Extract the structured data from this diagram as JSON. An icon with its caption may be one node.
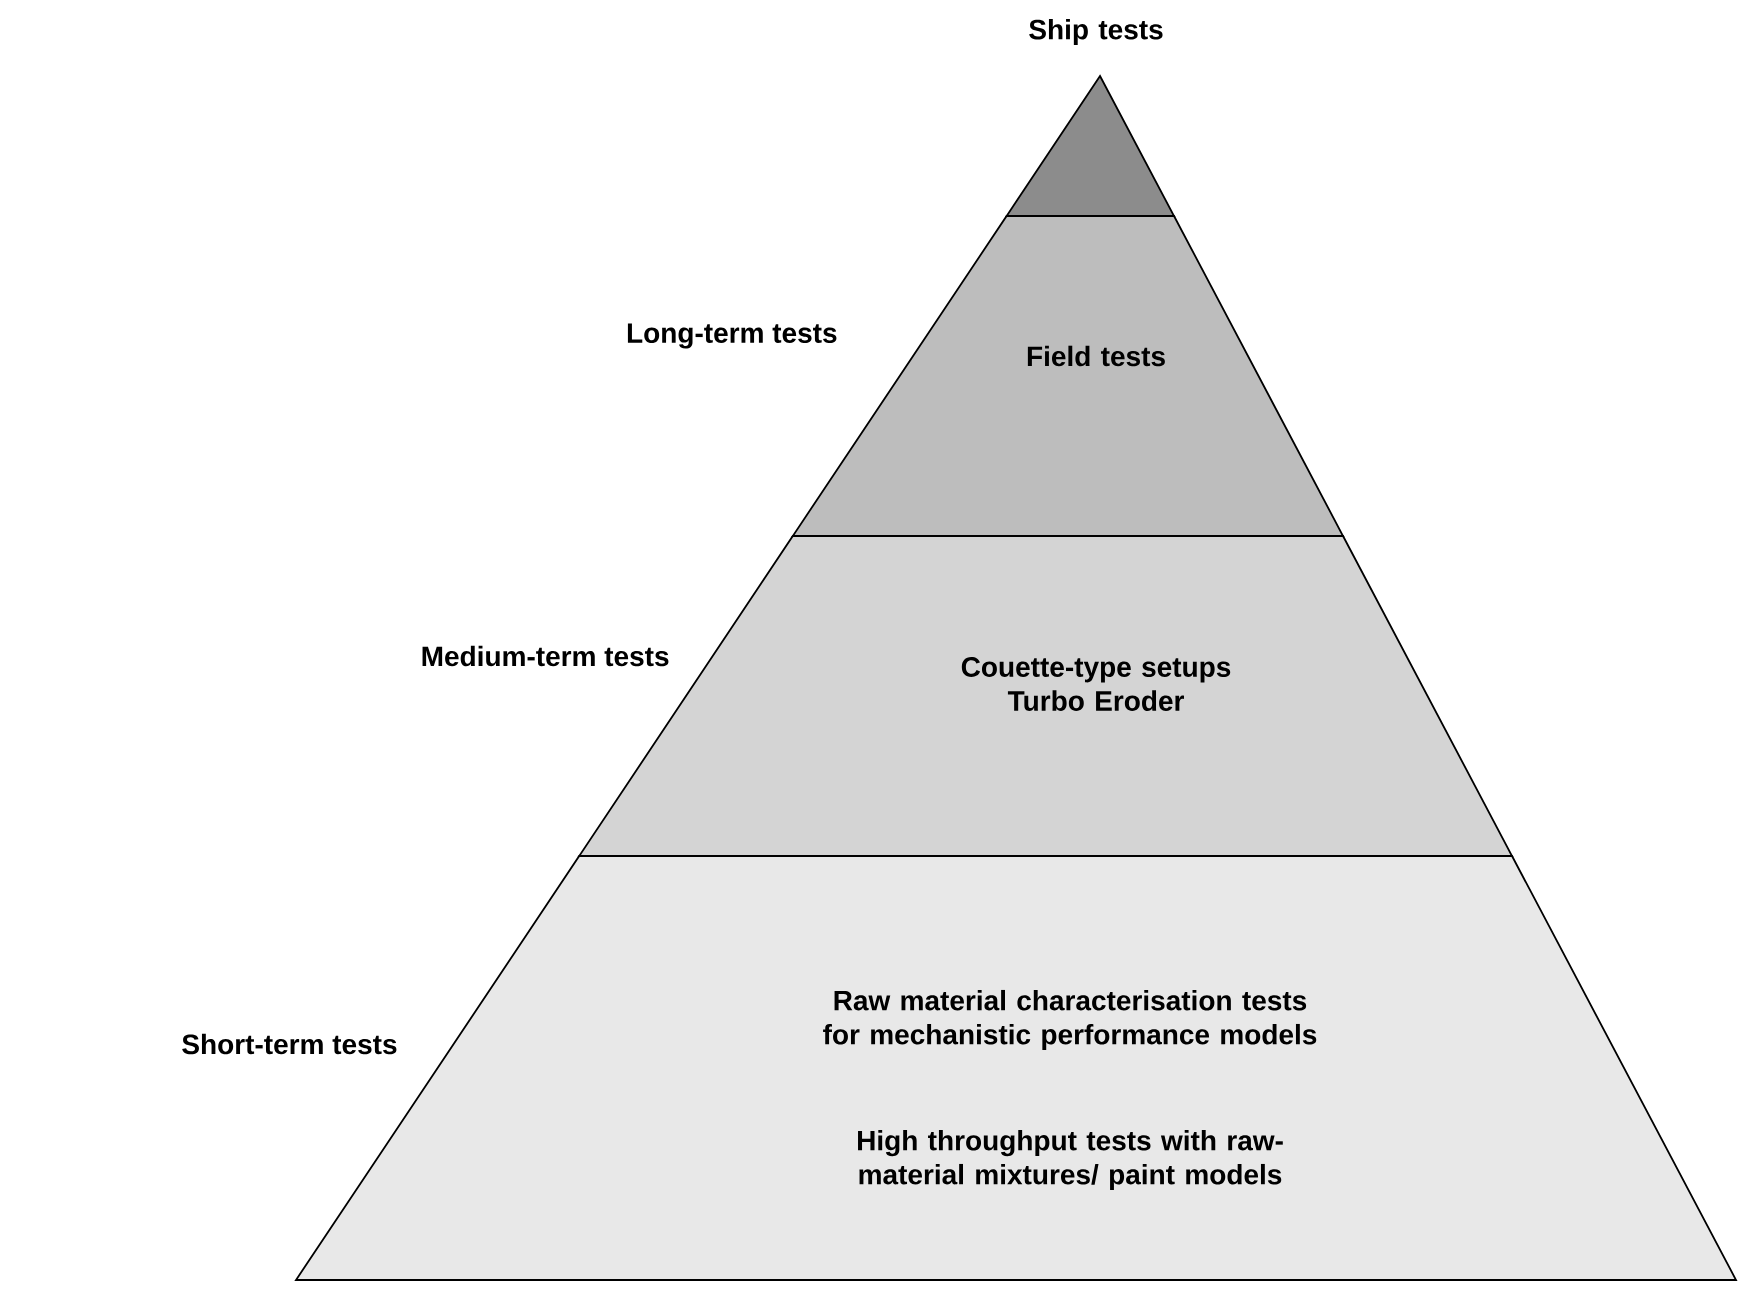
{
  "diagram": {
    "nodes": [
      {
        "text": [
          "Ship tests"
        ]
      },
      {
        "text": [
          "Field tests"
        ],
        "beside": [
          "Long-term tests"
        ]
      },
      {
        "text": [
          "Couette-type setups Turbo Eroder"
        ],
        "beside": [
          "Medium-term tests"
        ]
      },
      {
        "text": [
          "Raw material characterisation tests for mechanistic performance models",
          "High throughput tests with raw-material mixtures/ paint models"
        ],
        "beside": [
          "Short-term tests"
        ]
      }
    ]
  }
}
